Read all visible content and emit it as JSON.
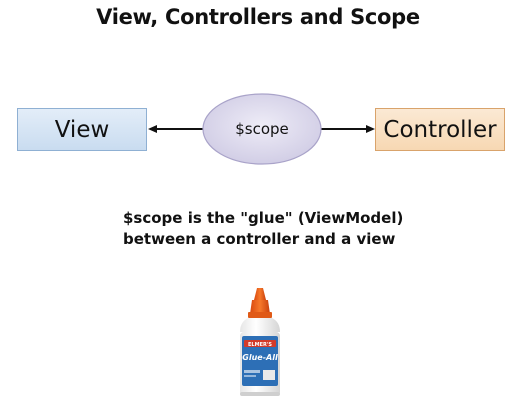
{
  "title": "View, Controllers and Scope",
  "diagram": {
    "view_label": "View",
    "scope_label": "$scope",
    "controller_label": "Controller"
  },
  "description": {
    "line1": "$scope is the \"glue\" (ViewModel)",
    "line2": "between a controller and a view"
  },
  "glue_bottle": {
    "brand_text": "ELMER'S",
    "product_text": "Glue-All"
  },
  "colors": {
    "view_fill": "#d3e2f3",
    "controller_fill": "#f9e0c3",
    "scope_fill": "#d9d6ea",
    "arrow": "#111111"
  }
}
